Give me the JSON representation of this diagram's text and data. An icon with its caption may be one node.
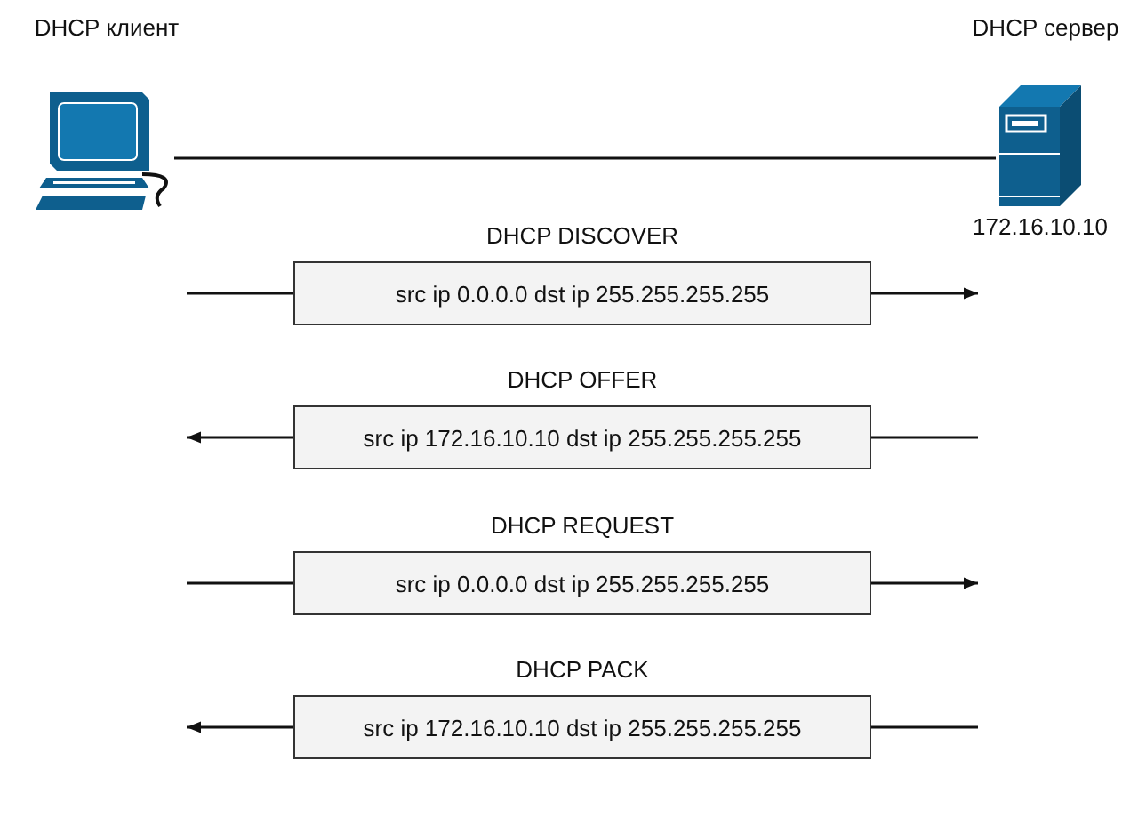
{
  "diagram": {
    "nodes": [
      {
        "text": [
          "DHCP клиент"
        ]
      },
      {
        "text": [
          "DHCP сервер"
        ],
        "beside": [
          "172.16.10.10"
        ]
      },
      {
        "text": [
          "DHCP DISCOVER",
          "src ip 0.0.0.0 dst ip 255.255.255.255"
        ]
      },
      {
        "text": [
          "DHCP OFFER",
          "src ip 172.16.10.10 dst ip 255.255.255.255"
        ]
      },
      {
        "text": [
          "DHCP REQUEST",
          "src ip 0.0.0.0 dst ip 255.255.255.255"
        ]
      },
      {
        "text": [
          "DHCP PACK",
          "src ip 172.16.10.10 dst ip 255.255.255.255"
        ]
      }
    ],
    "edges": [
      {
        "from": 0,
        "to": 1,
        "arrow": "none"
      },
      {
        "from": null,
        "to": 2,
        "arrow": "none"
      },
      {
        "from": 2,
        "to": null,
        "arrow": "to"
      },
      {
        "from": null,
        "to": 3,
        "arrow": "none"
      },
      {
        "from": 3,
        "to": null,
        "arrow": "to"
      },
      {
        "from": null,
        "to": 4,
        "arrow": "none"
      },
      {
        "from": 4,
        "to": null,
        "arrow": "to"
      },
      {
        "from": null,
        "to": 5,
        "arrow": "none"
      },
      {
        "from": 5,
        "to": null,
        "arrow": "to"
      }
    ]
  }
}
